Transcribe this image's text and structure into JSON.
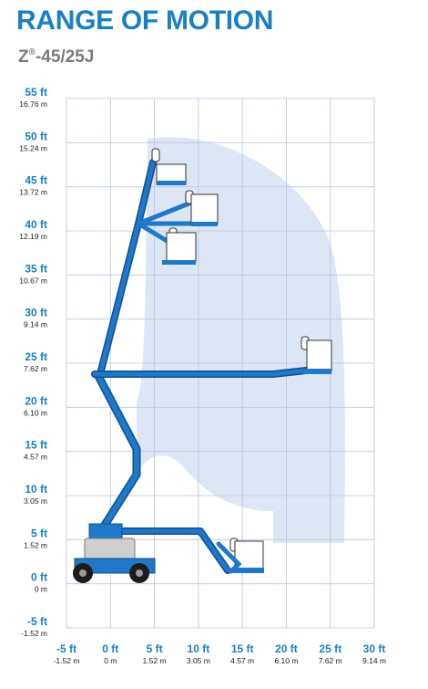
{
  "title": "RANGE OF MOTION",
  "model": {
    "prefix": "Z",
    "mark": "®",
    "suffix": "-45/25J"
  },
  "y_axis": [
    {
      "ft": "55 ft",
      "m": "16.76 m"
    },
    {
      "ft": "50 ft",
      "m": "15.24 m"
    },
    {
      "ft": "45 ft",
      "m": "13.72 m"
    },
    {
      "ft": "40 ft",
      "m": "12.19 m"
    },
    {
      "ft": "35 ft",
      "m": "10.67 m"
    },
    {
      "ft": "30 ft",
      "m": "9.14 m"
    },
    {
      "ft": "25 ft",
      "m": "7.62 m"
    },
    {
      "ft": "20 ft",
      "m": "6.10 m"
    },
    {
      "ft": "15 ft",
      "m": "4.57 m"
    },
    {
      "ft": "10 ft",
      "m": "3.05 m"
    },
    {
      "ft": "5 ft",
      "m": "1.52 m"
    },
    {
      "ft": "0 ft",
      "m": "0 m"
    },
    {
      "ft": "-5 ft",
      "m": "-1.52 m"
    }
  ],
  "x_axis": [
    {
      "ft": "-5 ft",
      "m": "-1.52 m"
    },
    {
      "ft": "0 ft",
      "m": "0 m"
    },
    {
      "ft": "5 ft",
      "m": "1.52 m"
    },
    {
      "ft": "10 ft",
      "m": "3.05 m"
    },
    {
      "ft": "15 ft",
      "m": "4.57 m"
    },
    {
      "ft": "20 ft",
      "m": "6.10 m"
    },
    {
      "ft": "25 ft",
      "m": "7.62 m"
    },
    {
      "ft": "30 ft",
      "m": "9.14 m"
    }
  ],
  "colors": {
    "accent": "#1a80c4",
    "envelope": "#dce6f5",
    "boom": "#1f78c8",
    "grid": "#b8c8de"
  }
}
